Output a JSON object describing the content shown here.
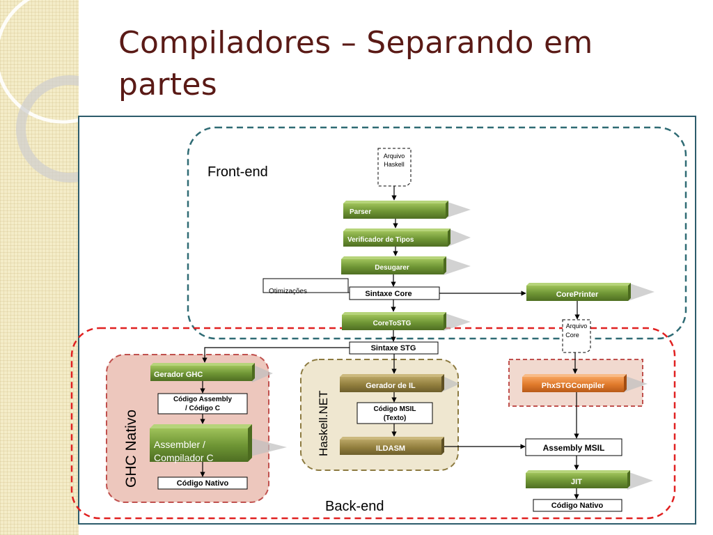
{
  "slide": {
    "title": "Compiladores – Separando em partes"
  },
  "diagram": {
    "front_end_label": "Front-end",
    "back_end_label": "Back-end",
    "arquivo_haskell": [
      "Arquivo",
      "Haskell"
    ],
    "arquivo_core": [
      "Arquivo",
      "Core"
    ],
    "parser": "Parser",
    "verificador": "Verificador de Tipos",
    "desugarer": "Desugarer",
    "otimizacoes": "Otimizações",
    "sintaxe_core": "Sintaxe Core",
    "coreprinter": "CorePrinter",
    "coretostg": "CoreToSTG",
    "sintaxe_stg": "Sintaxe STG",
    "ghc_nativo": {
      "label": "GHC Nativo",
      "gerador": "Gerador GHC",
      "codigo_assembly": [
        "Código Assembly",
        "/ Código C"
      ],
      "assembler": [
        "Assembler /",
        "Compilador C"
      ],
      "codigo_nativo": "Código Nativo"
    },
    "haskell_net": {
      "label": "Haskell.NET",
      "gerador_il": "Gerador de IL",
      "codigo_msil": [
        "Código MSIL",
        "(Texto)"
      ],
      "ildasm": "ILDASM"
    },
    "phx": {
      "compiler": "PhxSTGCompiler",
      "assembly_msil": "Assembly MSIL",
      "jit": "JIT",
      "codigo_nativo": "Código Nativo"
    }
  },
  "colors": {
    "title": "#5a1a16",
    "green_box": "#6a8f33",
    "olive_box": "#93803f",
    "orange_box": "#e07a2c",
    "teal_dash": "#2f6b74",
    "red_dash": "#e02020",
    "frame": "#2c5b6b"
  }
}
